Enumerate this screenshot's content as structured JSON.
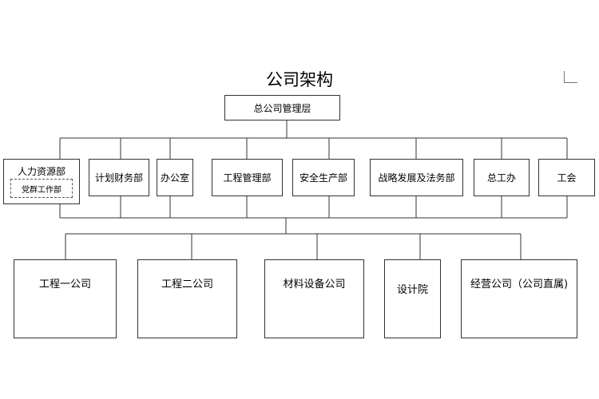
{
  "title": "公司架构",
  "root": "总公司管理层",
  "departments": [
    {
      "label": "人力资源部",
      "sub": "党群工作部"
    },
    {
      "label": "计划财务部"
    },
    {
      "label": "办公室"
    },
    {
      "label": "工程管理部"
    },
    {
      "label": "安全生产部"
    },
    {
      "label": "战略发展及法务部"
    },
    {
      "label": "总工办"
    },
    {
      "label": "工会"
    }
  ],
  "subsidiaries": [
    {
      "label": "工程一公司"
    },
    {
      "label": "工程二公司"
    },
    {
      "label": "材料设备公司"
    },
    {
      "label": "设计院"
    },
    {
      "label": "经营公司（公司直属)"
    }
  ]
}
